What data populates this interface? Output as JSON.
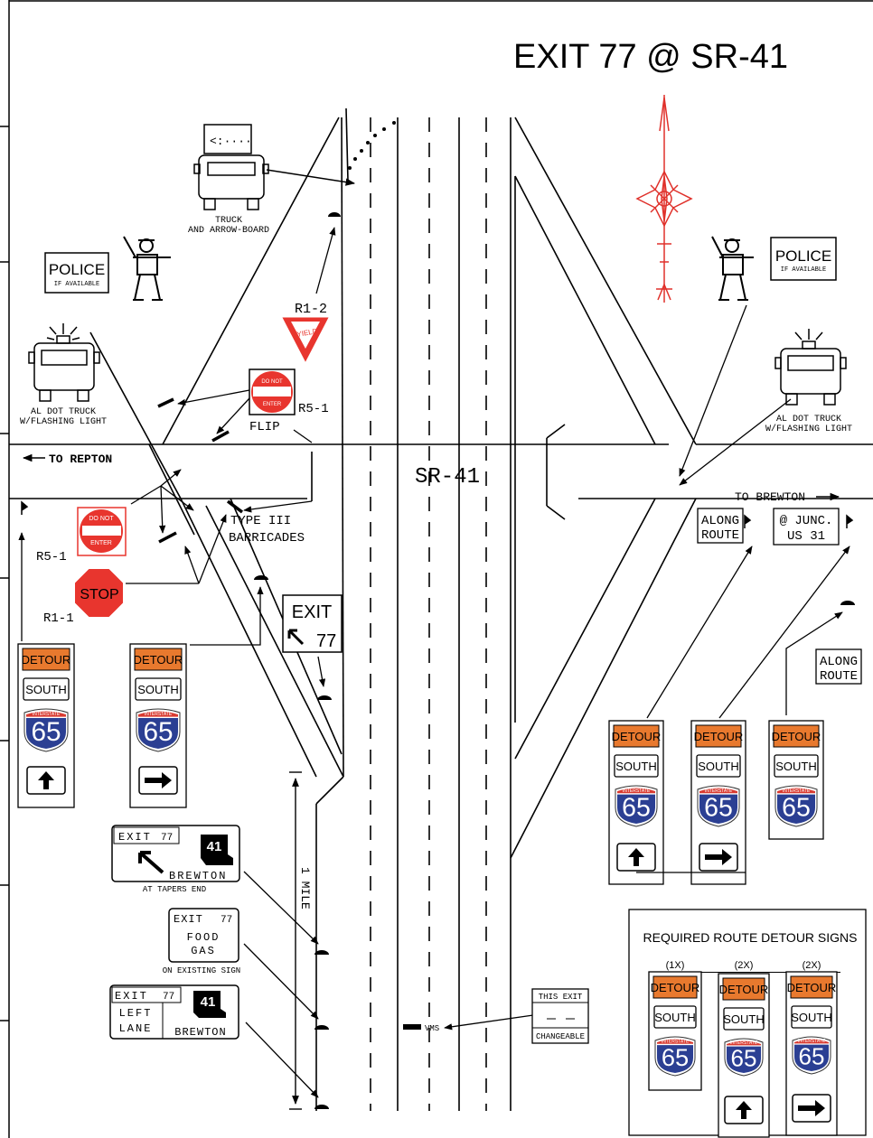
{
  "title": "EXIT 77 @ SR-41",
  "road_name": "SR-41",
  "to_repton": "TO REPTON",
  "to_brewton": "TO BREWTON",
  "truck_arrowboard": [
    "TRUCK",
    "AND ARROW-BOARD"
  ],
  "police_left": {
    "title": "POLICE",
    "sub": "IF AVAILABLE"
  },
  "police_right": {
    "title": "POLICE",
    "sub": "IF AVAILABLE"
  },
  "aldot_left": [
    "AL DOT TRUCK",
    "W/FLASHING LIGHT"
  ],
  "aldot_right": [
    "AL DOT TRUCK",
    "W/FLASHING LIGHT"
  ],
  "r1_2": {
    "code": "R1-2",
    "word": "YIELD"
  },
  "r5_1_top": {
    "code": "R5-1",
    "flip": "FLIP",
    "l1": "DO NOT",
    "l2": "ENTER"
  },
  "r5_1_left": {
    "code": "R5-1",
    "l1": "DO NOT",
    "l2": "ENTER"
  },
  "r1_1": {
    "code": "R1-1",
    "word": "STOP"
  },
  "barricades": [
    "TYPE III",
    "BARRICADES"
  ],
  "exit77": {
    "l1": "EXIT",
    "l2": "77"
  },
  "along_route_1": [
    "ALONG",
    "ROUTE"
  ],
  "junc_us31": [
    "@ JUNC.",
    "US 31"
  ],
  "along_route_2": [
    "ALONG",
    "ROUTE"
  ],
  "detour_word": "DETOUR",
  "south_word": "SOUTH",
  "shield": {
    "top": "INTERSTATE",
    "num": "65"
  },
  "sign_tapers": {
    "exit": "EXIT",
    "num": "77",
    "route": "41",
    "city": "BREWTON",
    "caption": "AT TAPERS END"
  },
  "sign_food": {
    "exit": "EXIT",
    "num": "77",
    "l1": "FOOD",
    "l2": "GAS",
    "caption": "ON EXISTING SIGN"
  },
  "sign_left_lane": {
    "exit": "EXIT",
    "num": "77",
    "l1": "LEFT",
    "l2": "LANE",
    "route": "41",
    "city": "BREWTON"
  },
  "one_mile": "1 MILE",
  "vms": "VMS",
  "vms_box": {
    "l1": "THIS EXIT",
    "l2": "CHANGEABLE"
  },
  "legend": {
    "title": "REQUIRED ROUTE DETOUR SIGNS",
    "counts": [
      "(1X)",
      "(2X)",
      "(2X)"
    ]
  },
  "colors": {
    "orange": "#e8792e",
    "red": "#e8352e",
    "shield_blue": "#2b3f93",
    "shield_red": "#d93a30"
  },
  "icons": [
    "north-arrow-icon",
    "up-arrow-icon",
    "right-arrow-icon",
    "flashing-light-icon",
    "police-officer-icon"
  ]
}
